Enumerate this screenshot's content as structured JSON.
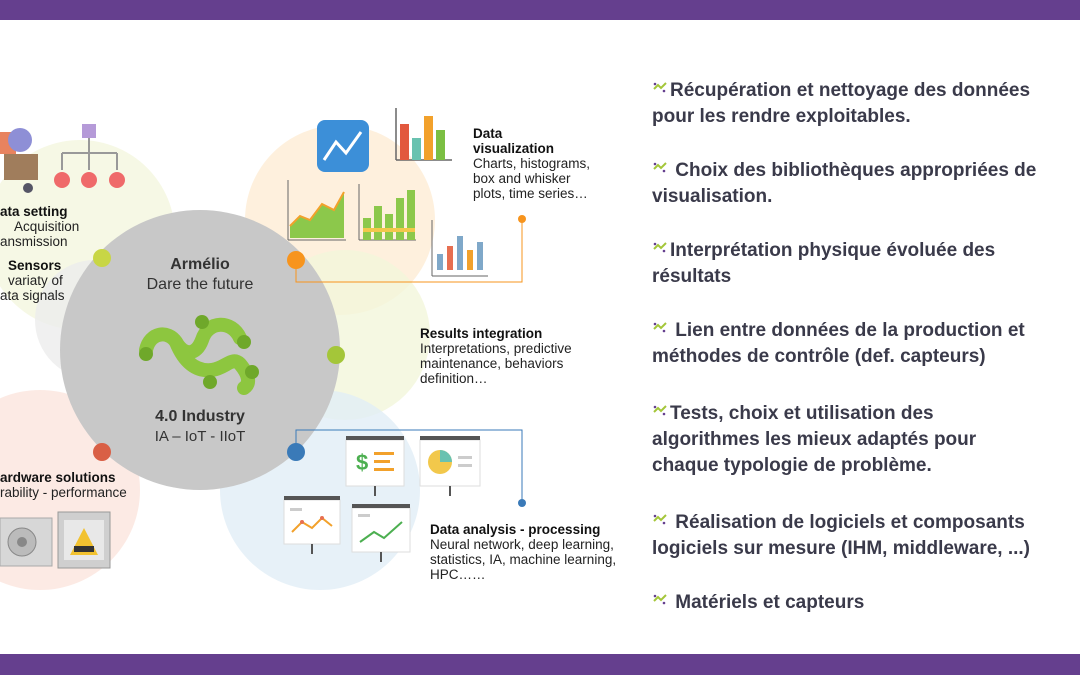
{
  "center": {
    "brand": "Armélio",
    "tagline": "Dare the future",
    "industry": "4.0 Industry",
    "tech": "IA – IoT - IIoT"
  },
  "segments": {
    "data_setting": {
      "title": "ata setting",
      "lines": [
        "Acquisition",
        "ansmission"
      ]
    },
    "sensors": {
      "title": "Sensors",
      "lines": [
        "variaty of",
        "ata signals"
      ]
    },
    "hardware": {
      "title": "ardware solutions",
      "lines": [
        "rability - performance"
      ]
    },
    "data_visualization": {
      "title": [
        "Data",
        "visualization"
      ],
      "lines": [
        "Charts, histograms,",
        "box and whisker",
        "plots, time series…"
      ]
    },
    "results_integration": {
      "title": "Results integration",
      "lines": [
        "Interpretations, predictive",
        "maintenance, behaviors",
        "definition…"
      ]
    },
    "data_analysis": {
      "title": "Data analysis - processing",
      "lines": [
        "Neural network, deep learning,",
        "statistics, IA, machine learning,",
        "HPC……"
      ]
    }
  },
  "bullets": [
    [
      "Récupération et nettoyage des données",
      "pour les rendre exploitables."
    ],
    [
      " Choix des bibliothèques appropriées de",
      "visualisation."
    ],
    [
      "Interprétation physique évoluée des",
      "résultats"
    ],
    [
      " Lien entre données de la production et",
      "méthodes de contrôle (def. capteurs)"
    ],
    [
      "Tests, choix et utilisation des",
      "algorithmes les mieux adaptés pour",
      "chaque typologie de problème."
    ],
    [
      " Réalisation de logiciels et composants",
      "logiciels sur mesure (IHM, middleware, ...)"
    ],
    [
      " Matériels et capteurs"
    ]
  ],
  "colors": {
    "band": "#653f8e",
    "center_circle": "#c8c8c8",
    "logo_green": "#8dc63f",
    "dot_orange": "#f7941d",
    "dot_green": "#a4c639",
    "dot_red": "#d95f45",
    "dot_blue": "#3a7ab8",
    "bullet_text": "#3a3a4a"
  },
  "icons": {
    "bullet": "sparkle-arrow-icon",
    "sensor_node": "sensor-node-icon",
    "network_tree": "network-tree-icon",
    "trend_chart": "trend-chart-icon",
    "bar_chart": "bar-chart-icon",
    "area_chart": "area-chart-icon",
    "box_plot": "box-plot-icon",
    "dollar_board": "dollar-board-icon",
    "pie_board": "pie-board-icon",
    "line_board": "line-board-icon",
    "growth_board": "growth-board-icon",
    "hardware_unit": "hardware-unit-icon",
    "armelio_logo": "armelio-logo-icon"
  }
}
